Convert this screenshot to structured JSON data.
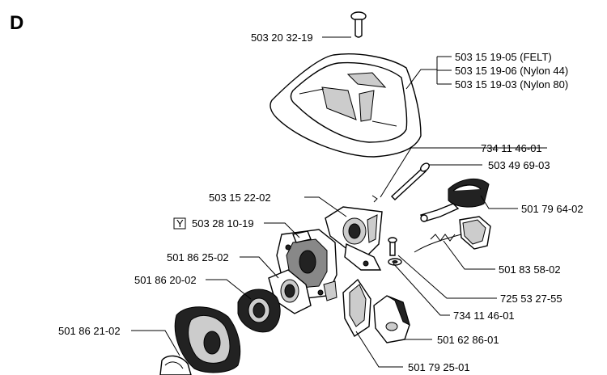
{
  "diagram": {
    "section_letter": "D",
    "marker_symbol": "Y",
    "labels": {
      "bolt_top": "503 20 32-19",
      "filter_felt": "503 15 19-05 (FELT)",
      "filter_nylon44": "503 15 19-06 (Nylon 44)",
      "filter_nylon80": "503 15 19-03 (Nylon 80)",
      "screw_long": "734 11 46-01",
      "pin": "503 49 69-03",
      "bracket": "503 15 22-02",
      "lever": "501 79 64-02",
      "carburetor": "503 28 10-19",
      "gasket_1": "501 86 25-02",
      "spring_link": "501 83 58-02",
      "spacer": "501 86 20-02",
      "washer": "725 53 27-55",
      "screw_short": "734 11 46-01",
      "gasket_2": "501 86 21-02",
      "block": "501 62 86-01",
      "plate": "501 79 25-01"
    }
  }
}
